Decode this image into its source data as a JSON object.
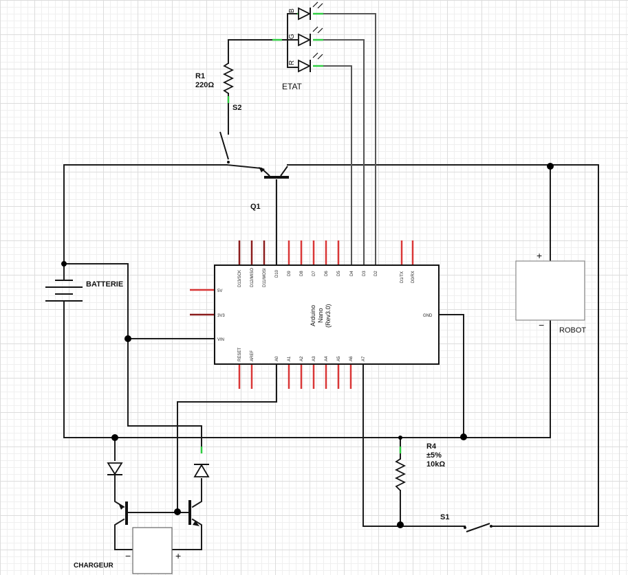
{
  "diagram": {
    "labels": {
      "r1_name": "R1",
      "r1_value": "220Ω",
      "s2": "S2",
      "etat": "ETAT",
      "q1": "Q1",
      "batterie": "BATTERIE",
      "robot": "ROBOT",
      "r4_name": "R4",
      "r4_tol": "±5%",
      "r4_value": "10kΩ",
      "s1": "S1",
      "chargeur": "CHARGEUR"
    },
    "led_labels": [
      "B",
      "G",
      "R"
    ],
    "polarity": {
      "robot_plus": "+",
      "robot_minus": "−",
      "chargeur_minus": "−",
      "chargeur_plus": "+"
    },
    "arduino": {
      "name_line1": "Arduino",
      "name_line2": "Nano",
      "name_line3": "(Rev3.0)",
      "top_pins": [
        "D13/SCK",
        "D12/MISO",
        "D11/MOSI",
        "D10",
        "D9",
        "D8",
        "D7",
        "D6",
        "D5",
        "D4",
        "D3",
        "D2",
        "D1/TX",
        "D0/RX"
      ],
      "bottom_pins": [
        "RESET",
        "AREF",
        "A0",
        "A1",
        "A2",
        "A3",
        "A4",
        "A5",
        "A6",
        "A7"
      ],
      "left_pins": [
        "5V",
        "3V3",
        "VIN"
      ],
      "right_pins": [
        "GND"
      ]
    }
  }
}
